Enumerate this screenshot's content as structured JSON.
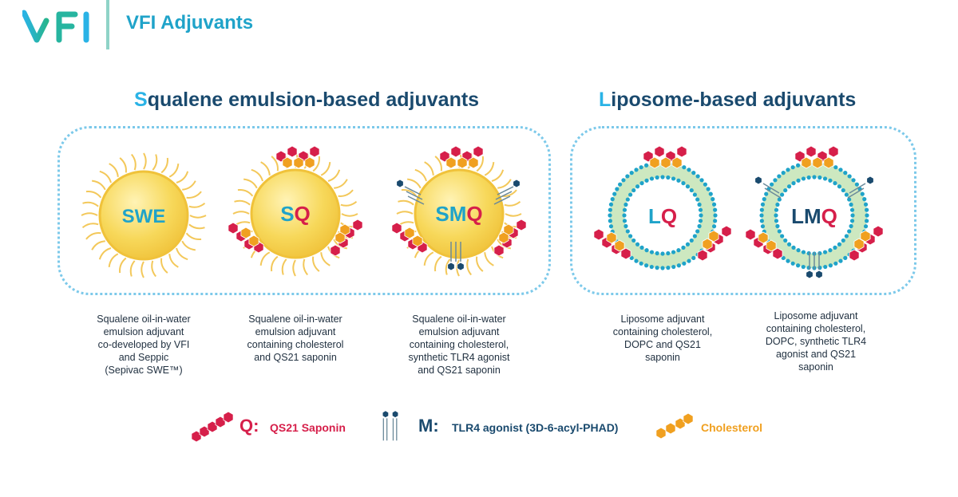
{
  "header": {
    "logo_text": "VFI",
    "title": "VFI Adjuvants"
  },
  "sections": [
    {
      "first_letter": "S",
      "rest": "qualene emulsion-based adjuvants"
    },
    {
      "first_letter": "L",
      "rest": "iposome-based adjuvants"
    }
  ],
  "particles": [
    {
      "label_parts": [
        "SWE"
      ],
      "caption_lines": [
        "Squalene oil-in-water",
        "emulsion adjuvant",
        "co-developed by VFI",
        "and Seppic",
        "(Sepivac SWE™)"
      ]
    },
    {
      "label_parts": [
        "S",
        "Q"
      ],
      "caption_lines": [
        "Squalene oil-in-water",
        "emulsion adjuvant",
        "containing cholesterol",
        "and QS21 saponin"
      ]
    },
    {
      "label_parts": [
        "SM",
        "Q"
      ],
      "caption_lines": [
        "Squalene oil-in-water",
        "emulsion adjuvant",
        "containing cholesterol,",
        "synthetic TLR4 agonist",
        "and QS21 saponin"
      ]
    },
    {
      "label_parts": [
        "L",
        "Q"
      ],
      "caption_lines": [
        "Liposome adjuvant",
        "containing cholesterol,",
        "DOPC and QS21",
        "saponin"
      ]
    },
    {
      "label_parts": [
        "LM",
        "Q"
      ],
      "caption_lines": [
        "Liposome adjuvant",
        "containing cholesterol,",
        "DOPC, synthetic TLR4",
        "agonist and QS21",
        "saponin"
      ]
    }
  ],
  "legend": [
    {
      "key": "Q:",
      "text": "QS21 Saponin"
    },
    {
      "key": "M:",
      "text": "TLR4 agonist (3D-6-acyl-PHAD)"
    },
    {
      "key": "",
      "text": "Cholesterol"
    }
  ],
  "colors": {
    "brand_teal": "#1fa3c9",
    "title_navy": "#1a4a6e",
    "accent_blue": "#2ab3e6",
    "saponin_red": "#d61f4a",
    "cholesterol_orange": "#f0a020",
    "emulsion_yellow": "#f7d85a",
    "membrane_green": "#cde8c0"
  }
}
